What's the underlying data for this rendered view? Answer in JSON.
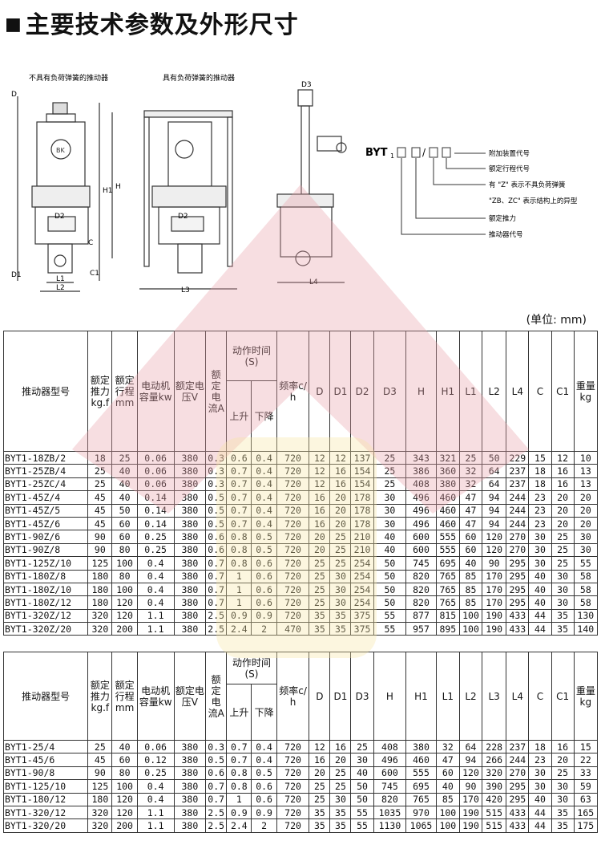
{
  "title": "主要技术参数及外形尺寸",
  "title_mark": "■",
  "drawing": {
    "caption_left": "不具有负荷弹簧的推动器",
    "caption_mid": "具有负荷弹簧的推动器",
    "dim_labels": [
      "D",
      "H1",
      "H",
      "C",
      "D1",
      "C1",
      "L1",
      "L2",
      "L3",
      "L4",
      "D2",
      "D3"
    ],
    "code_prefix": "BYT",
    "code_sub": "1",
    "legend": [
      "附加装置代号",
      "额定行程代号",
      "有 \"Z\" 表示不具负荷弹簧",
      "\"ZB、ZC\" 表示结构上的异型",
      "额定推力",
      "推动器代号"
    ]
  },
  "unit_label": "(单位: mm)",
  "table1": {
    "headers": {
      "model": "推动器型号",
      "thrust": "额定推力kg.f",
      "stroke": "额定行程mm",
      "motor": "电动机容量kw",
      "voltage": "额定电压V",
      "current": "额定电流A",
      "action": "动作时间(S)",
      "up": "上升",
      "down": "下降",
      "freq": "频率c/h",
      "cols": [
        "D",
        "D1",
        "D2",
        "D3",
        "H",
        "H1",
        "L1",
        "L2",
        "L4",
        "C",
        "C1"
      ],
      "weight": "重量kg"
    },
    "rows": [
      [
        "BYT1-18ZB/2",
        "18",
        "25",
        "0.06",
        "380",
        "0.3",
        "0.6",
        "0.4",
        "720",
        "12",
        "12",
        "137",
        "25",
        "343",
        "321",
        "25",
        "50",
        "229",
        "15",
        "12",
        "10"
      ],
      [
        "BYT1-25ZB/4",
        "25",
        "40",
        "0.06",
        "380",
        "0.3",
        "0.7",
        "0.4",
        "720",
        "12",
        "16",
        "154",
        "25",
        "386",
        "360",
        "32",
        "64",
        "237",
        "18",
        "16",
        "13"
      ],
      [
        "BYT1-25ZC/4",
        "25",
        "40",
        "0.06",
        "380",
        "0.3",
        "0.7",
        "0.4",
        "720",
        "12",
        "16",
        "154",
        "25",
        "408",
        "380",
        "32",
        "64",
        "237",
        "18",
        "16",
        "13"
      ],
      [
        "BYT1-45Z/4",
        "45",
        "40",
        "0.14",
        "380",
        "0.5",
        "0.7",
        "0.4",
        "720",
        "16",
        "20",
        "178",
        "30",
        "496",
        "460",
        "47",
        "94",
        "244",
        "23",
        "20",
        "20"
      ],
      [
        "BYT1-45Z/5",
        "45",
        "50",
        "0.14",
        "380",
        "0.5",
        "0.7",
        "0.4",
        "720",
        "16",
        "20",
        "178",
        "30",
        "496",
        "460",
        "47",
        "94",
        "244",
        "23",
        "20",
        "20"
      ],
      [
        "BYT1-45Z/6",
        "45",
        "60",
        "0.14",
        "380",
        "0.5",
        "0.7",
        "0.4",
        "720",
        "16",
        "20",
        "178",
        "30",
        "496",
        "460",
        "47",
        "94",
        "244",
        "23",
        "20",
        "20"
      ],
      [
        "BYT1-90Z/6",
        "90",
        "60",
        "0.25",
        "380",
        "0.6",
        "0.8",
        "0.5",
        "720",
        "20",
        "25",
        "210",
        "40",
        "600",
        "555",
        "60",
        "120",
        "270",
        "30",
        "25",
        "30"
      ],
      [
        "BYT1-90Z/8",
        "90",
        "80",
        "0.25",
        "380",
        "0.6",
        "0.8",
        "0.5",
        "720",
        "20",
        "25",
        "210",
        "40",
        "600",
        "555",
        "60",
        "120",
        "270",
        "30",
        "25",
        "30"
      ],
      [
        "BYT1-125Z/10",
        "125",
        "100",
        "0.4",
        "380",
        "0.7",
        "0.8",
        "0.6",
        "720",
        "25",
        "25",
        "254",
        "50",
        "745",
        "695",
        "40",
        "90",
        "295",
        "30",
        "25",
        "55"
      ],
      [
        "BYT1-180Z/8",
        "180",
        "80",
        "0.4",
        "380",
        "0.7",
        "1",
        "0.6",
        "720",
        "25",
        "30",
        "254",
        "50",
        "820",
        "765",
        "85",
        "170",
        "295",
        "40",
        "30",
        "58"
      ],
      [
        "BYT1-180Z/10",
        "180",
        "100",
        "0.4",
        "380",
        "0.7",
        "1",
        "0.6",
        "720",
        "25",
        "30",
        "254",
        "50",
        "820",
        "765",
        "85",
        "170",
        "295",
        "40",
        "30",
        "58"
      ],
      [
        "BYT1-180Z/12",
        "180",
        "120",
        "0.4",
        "380",
        "0.7",
        "1",
        "0.6",
        "720",
        "25",
        "30",
        "254",
        "50",
        "820",
        "765",
        "85",
        "170",
        "295",
        "40",
        "30",
        "58"
      ],
      [
        "BYT1-320Z/12",
        "320",
        "120",
        "1.1",
        "380",
        "2.5",
        "0.9",
        "0.9",
        "720",
        "35",
        "35",
        "375",
        "55",
        "877",
        "815",
        "100",
        "190",
        "433",
        "44",
        "35",
        "130"
      ],
      [
        "BYT1-320Z/20",
        "320",
        "200",
        "1.1",
        "380",
        "2.5",
        "2.4",
        "2",
        "470",
        "35",
        "35",
        "375",
        "55",
        "957",
        "895",
        "100",
        "190",
        "433",
        "44",
        "35",
        "140"
      ]
    ]
  },
  "table2": {
    "headers": {
      "model": "推动器型号",
      "thrust": "额定推力kg.f",
      "stroke": "额定行程mm",
      "motor": "电动机容量kw",
      "voltage": "额定电压V",
      "current": "额定电流A",
      "action": "动作时间(S)",
      "up": "上升",
      "down": "下降",
      "freq": "频率c/h",
      "cols": [
        "D",
        "D1",
        "D3",
        "H",
        "H1",
        "L1",
        "L2",
        "L3",
        "L4",
        "C",
        "C1"
      ],
      "weight": "重量kg"
    },
    "rows": [
      [
        "BYT1-25/4",
        "25",
        "40",
        "0.06",
        "380",
        "0.3",
        "0.7",
        "0.4",
        "720",
        "12",
        "16",
        "25",
        "408",
        "380",
        "32",
        "64",
        "228",
        "237",
        "18",
        "16",
        "15"
      ],
      [
        "BYT1-45/6",
        "45",
        "60",
        "0.12",
        "380",
        "0.5",
        "0.7",
        "0.4",
        "720",
        "16",
        "20",
        "30",
        "496",
        "460",
        "47",
        "94",
        "266",
        "244",
        "23",
        "20",
        "22"
      ],
      [
        "BYT1-90/8",
        "90",
        "80",
        "0.25",
        "380",
        "0.6",
        "0.8",
        "0.5",
        "720",
        "20",
        "25",
        "40",
        "600",
        "555",
        "60",
        "120",
        "320",
        "270",
        "30",
        "25",
        "33"
      ],
      [
        "BYT1-125/10",
        "125",
        "100",
        "0.4",
        "380",
        "0.7",
        "0.8",
        "0.6",
        "720",
        "25",
        "25",
        "50",
        "745",
        "695",
        "40",
        "90",
        "390",
        "295",
        "30",
        "30",
        "59"
      ],
      [
        "BYT1-180/12",
        "180",
        "120",
        "0.4",
        "380",
        "0.7",
        "1",
        "0.6",
        "720",
        "25",
        "30",
        "50",
        "820",
        "765",
        "85",
        "170",
        "420",
        "295",
        "40",
        "30",
        "63"
      ],
      [
        "BYT1-320/12",
        "320",
        "120",
        "1.1",
        "380",
        "2.5",
        "0.9",
        "0.9",
        "720",
        "35",
        "35",
        "55",
        "1035",
        "970",
        "100",
        "190",
        "515",
        "433",
        "44",
        "35",
        "165"
      ],
      [
        "BYT1-320/20",
        "320",
        "200",
        "1.1",
        "380",
        "2.5",
        "2.4",
        "2",
        "720",
        "35",
        "35",
        "55",
        "1130",
        "1065",
        "100",
        "190",
        "515",
        "433",
        "44",
        "35",
        "175"
      ]
    ]
  },
  "colors": {
    "watermark_red": "#e8a0a8",
    "watermark_yellow": "#f6e6a4"
  }
}
